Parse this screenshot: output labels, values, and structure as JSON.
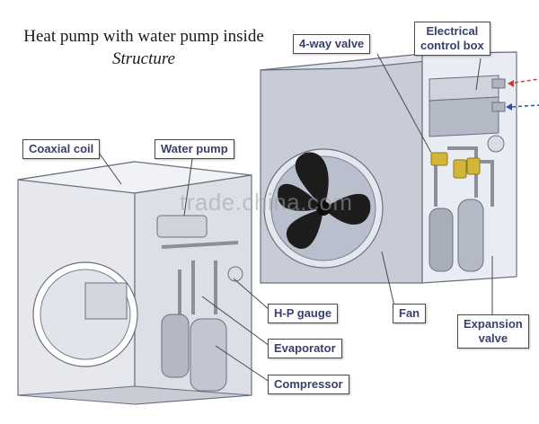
{
  "title": "Heat pump with water pump inside",
  "subtitle": "Structure",
  "labels": {
    "four_way_valve": "4-way valve",
    "electrical_box_line1": "Electrical",
    "electrical_box_line2": "control  box",
    "coaxial_coil": "Coaxial coil",
    "water_pump": "Water pump",
    "hp_gauge": "H-P gauge",
    "fan": "Fan",
    "evaporator": "Evaporator",
    "compressor": "Compressor",
    "expansion_line1": "Expansion",
    "expansion_line2": "valve"
  },
  "watermark": "trade.china.com",
  "colors": {
    "label_text": "#3a3f6b",
    "arrow_red": "#d23b2e",
    "arrow_blue": "#2e4ea8"
  }
}
